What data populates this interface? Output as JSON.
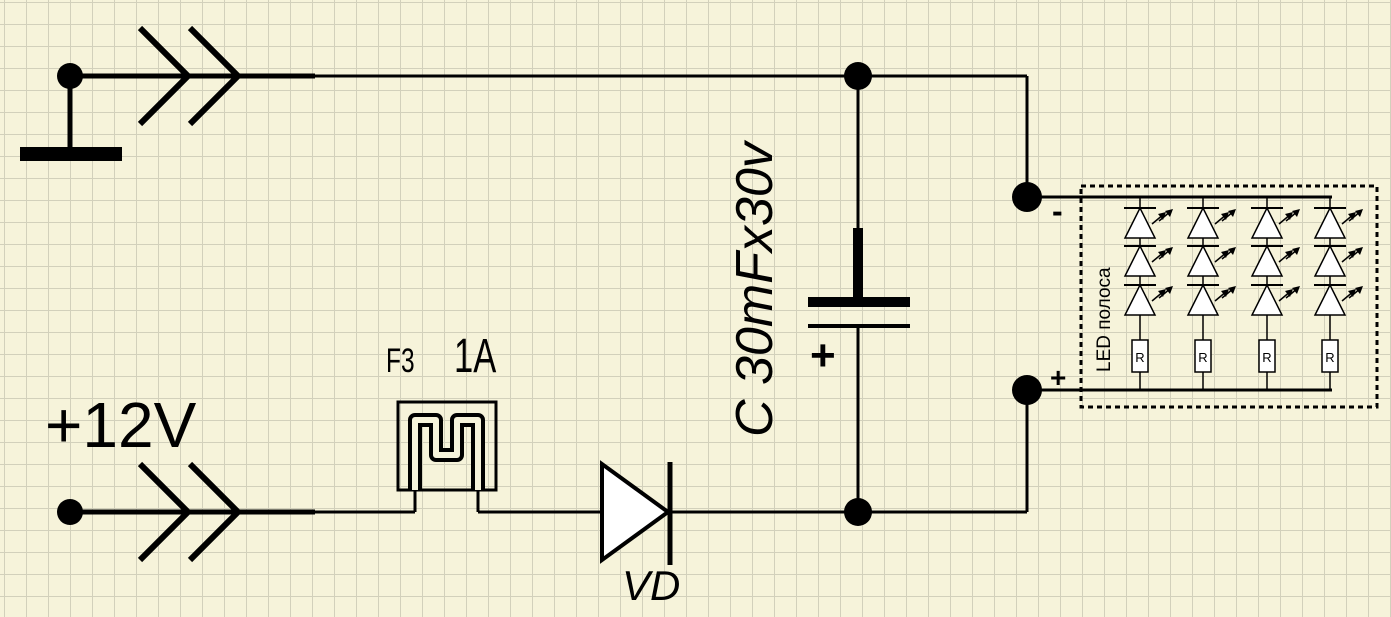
{
  "labels": {
    "supply_voltage": "+12V",
    "fuse_ref": "F3",
    "fuse_rating": "1A",
    "capacitor": "C 30mFx30v",
    "capacitor_polarity": "+",
    "diode": "VD",
    "strip_name": "LED полоса",
    "strip_minus": "-",
    "strip_plus": "+",
    "resistor": "R"
  },
  "colors": {
    "wire": "#000000",
    "led_fill": "#ffffff",
    "background": "#f6f3da",
    "grid": "#d2d0bb"
  },
  "led_strip": {
    "columns": 4,
    "leds_per_column": 3
  }
}
